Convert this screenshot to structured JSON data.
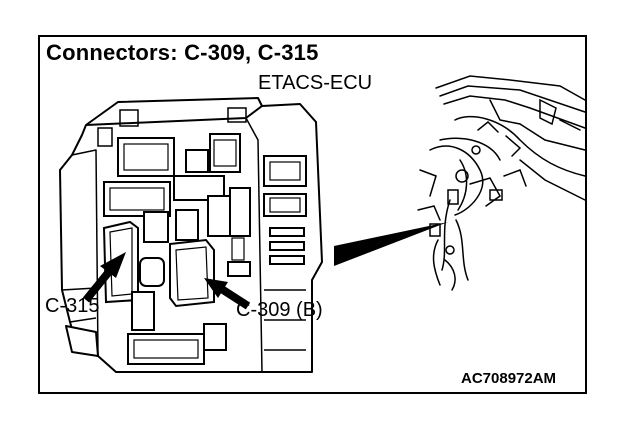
{
  "title": "Connectors: C-309, C-315",
  "ecu_label": "ETACS-ECU",
  "callouts": {
    "c315": "C-315",
    "c309": "C-309 (B)"
  },
  "figure_code": "AC708972AM"
}
